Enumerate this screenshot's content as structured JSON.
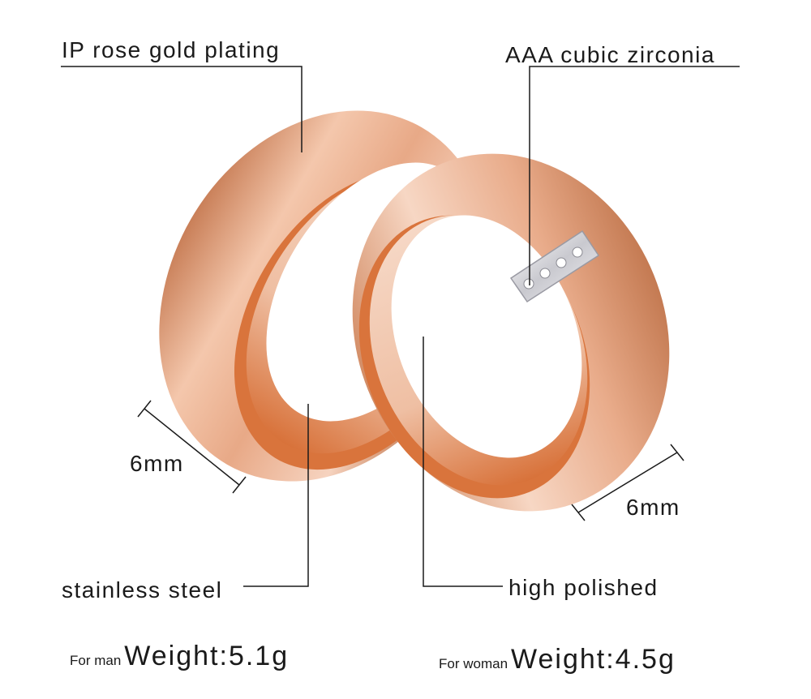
{
  "labels": {
    "plating": "IP rose gold plating",
    "zirconia": "AAA cubic zirconia",
    "width_left": "6mm",
    "width_right": "6mm",
    "steel": "stainless steel",
    "polished": "high polished"
  },
  "weights": {
    "man": {
      "prefix": "For man",
      "value": "Weight:5.1g"
    },
    "woman": {
      "prefix": "For woman",
      "value": "Weight:4.5g"
    }
  },
  "colors": {
    "rose_gold_light": "#f7d3bd",
    "rose_gold_mid": "#e6a482",
    "rose_gold_dark": "#b86b45",
    "rose_gold_inner": "#d9743c",
    "line": "#1a1a1a"
  }
}
